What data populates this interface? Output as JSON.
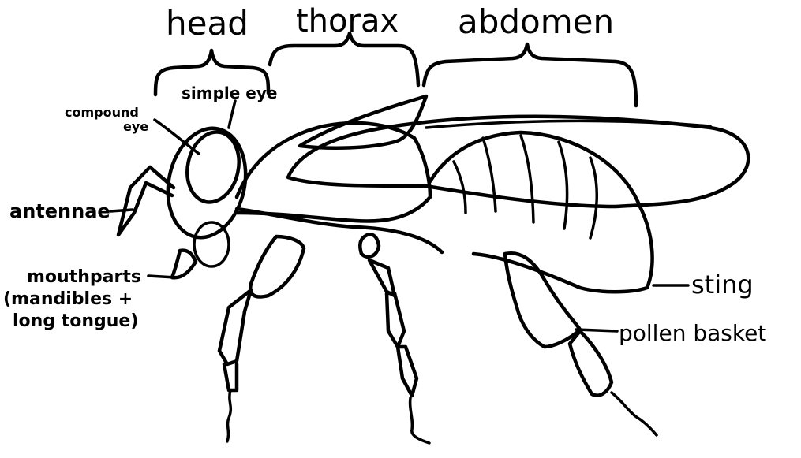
{
  "regions": {
    "head": "head",
    "thorax": "thorax",
    "abdomen": "abdomen"
  },
  "labels": {
    "simple_eye": "simple eye",
    "compound_eye_line1": "compound",
    "compound_eye_line2": "eye",
    "antennae": "antennae",
    "mouthparts_line1": "mouthparts",
    "mouthparts_line2": "(mandibles +",
    "mouthparts_line3": "long tongue)",
    "sting": "sting",
    "pollen_basket": "pollen basket"
  },
  "colors": {
    "ink": "#000000",
    "background": "#ffffff"
  }
}
